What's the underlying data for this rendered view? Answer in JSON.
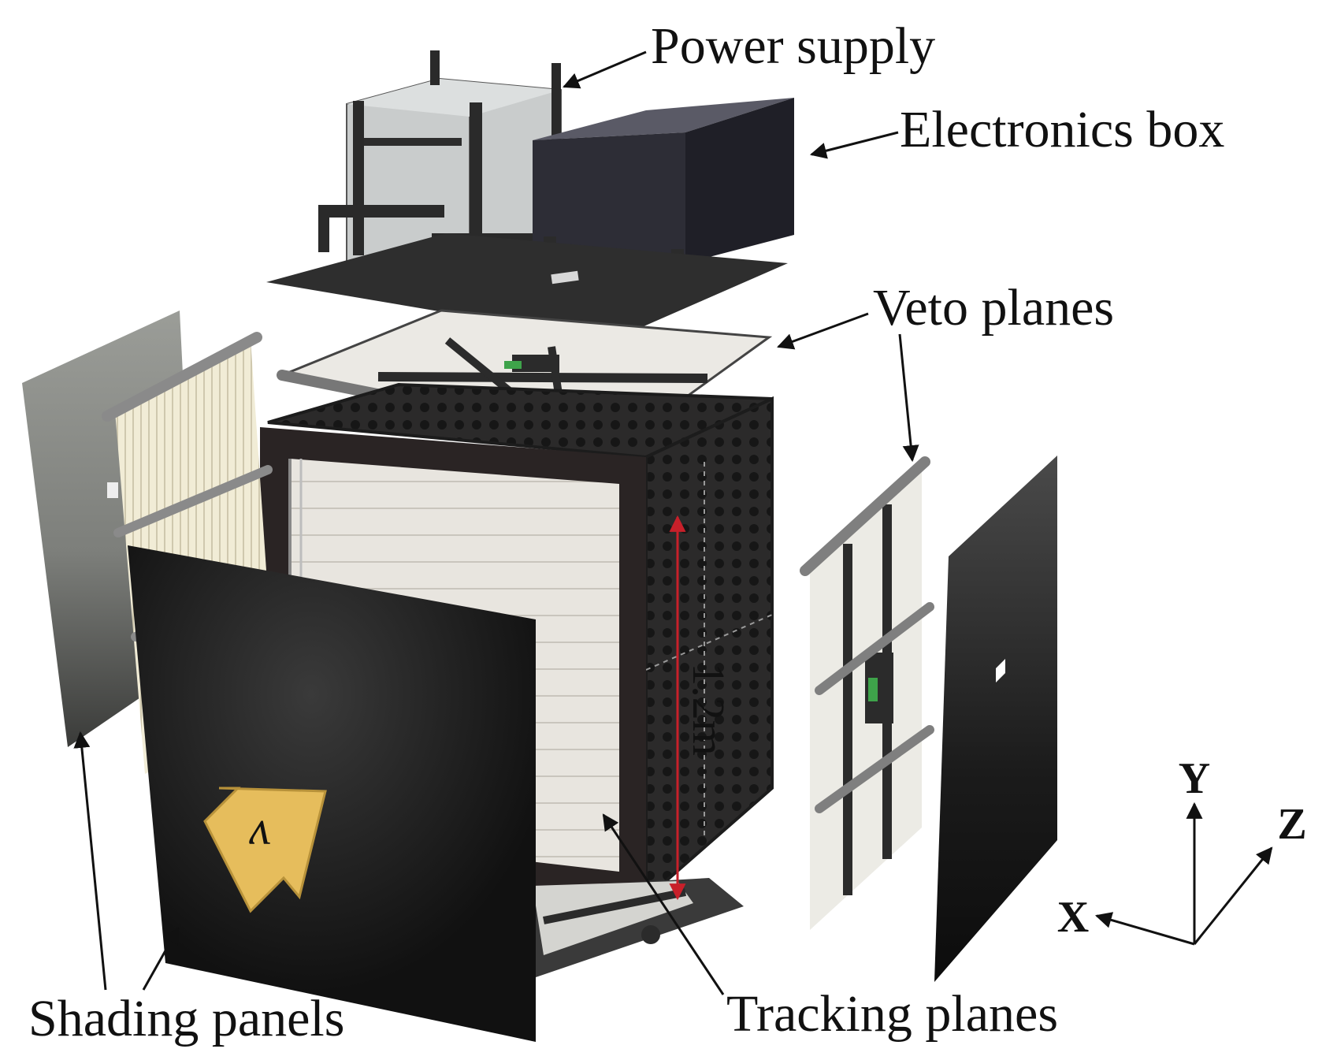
{
  "labels": {
    "power_supply": "Power supply",
    "electronics_box": "Electronics box",
    "veto_planes": "Veto planes",
    "shading_panels": "Shading panels",
    "tracking_planes": "Tracking planes"
  },
  "dimension": "1.2m",
  "nu_symbol": "ν",
  "axes": {
    "x": "X",
    "y": "Y",
    "z": "Z"
  },
  "colors": {
    "dimension": "#c8202a",
    "neutrino_arrow": "#e6bd5c",
    "frame": "#2a2424",
    "panel_dark": "#151515",
    "tracking_face": "#e6e3dd"
  }
}
